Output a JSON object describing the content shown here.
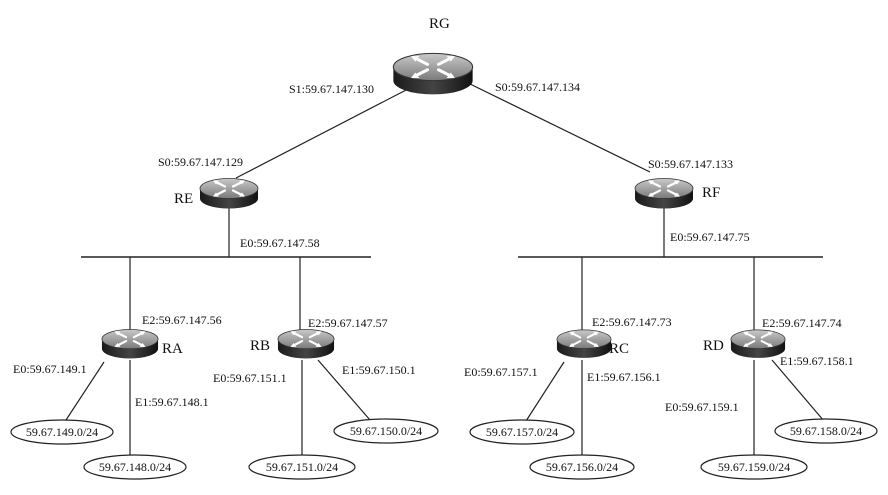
{
  "routers": {
    "rg": {
      "name": "RG",
      "s1": "S1:59.67.147.130",
      "s0": "S0:59.67.147.134"
    },
    "re": {
      "name": "RE",
      "s0": "S0:59.67.147.129",
      "e0": "E0:59.67.147.58"
    },
    "rf": {
      "name": "RF",
      "s0": "S0:59.67.147.133",
      "e0": "E0:59.67.147.75"
    },
    "ra": {
      "name": "RA",
      "e2": "E2:59.67.147.56",
      "e0": "E0:59.67.149.1",
      "e1": "E1:59.67.148.1"
    },
    "rb": {
      "name": "RB",
      "e2": "E2:59.67.147.57",
      "e0": "E0:59.67.151.1",
      "e1": "E1:59.67.150.1"
    },
    "rc": {
      "name": "RC",
      "e2": "E2:59.67.147.73",
      "e0": "E0:59.67.157.1",
      "e1": "E1:59.67.156.1"
    },
    "rd": {
      "name": "RD",
      "e2": "E2:59.67.147.74",
      "e1": "E1:59.67.158.1",
      "e0": "E0:59.67.159.1"
    }
  },
  "networks": {
    "ra_e0": "59.67.149.0/24",
    "ra_e1": "59.67.148.0/24",
    "rb_e0": "59.67.151.0/24",
    "rb_e1": "59.67.150.0/24",
    "rc_e0": "59.67.157.0/24",
    "rc_e1": "59.67.156.0/24",
    "rd_e1": "59.67.158.0/24",
    "rd_e0": "59.67.159.0/24"
  }
}
